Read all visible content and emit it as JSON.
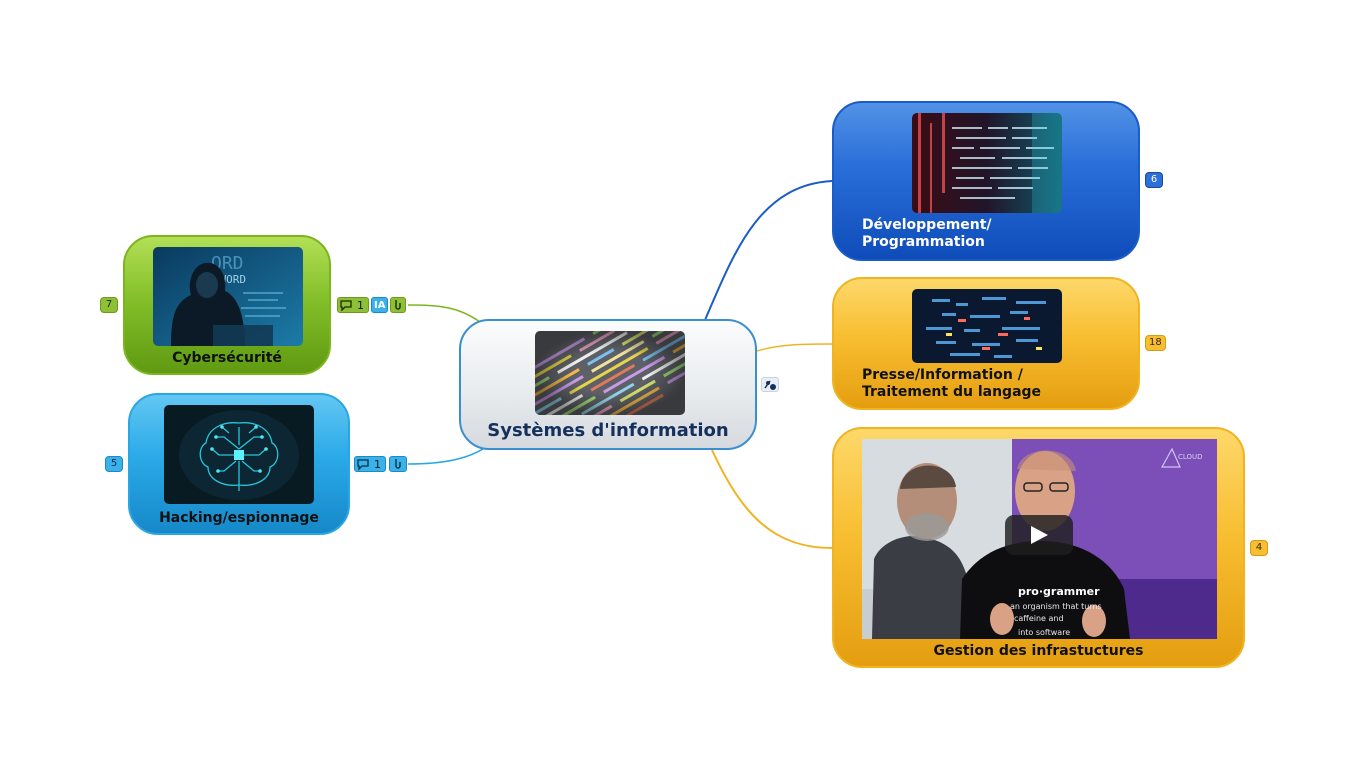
{
  "center": {
    "title": "Systèmes d'information"
  },
  "branches": {
    "cyber": {
      "title": "Cybersécurité",
      "count": "7",
      "comment_count": "1",
      "ai_tag": "IA",
      "color": "#84c02a"
    },
    "hacking": {
      "title": "Hacking/espionnage",
      "count": "5",
      "comment_count": "1",
      "color": "#2aaae8"
    },
    "dev": {
      "title_line1": "Développement/",
      "title_line2": "Programmation",
      "count": "6",
      "color": "#2a6fd9"
    },
    "presse": {
      "title_line1": "Presse/Information /",
      "title_line2": "Traitement du langage",
      "count": "18",
      "color": "#f8be31"
    },
    "infra": {
      "title": "Gestion des infrastuctures",
      "count": "4",
      "color": "#f8be31"
    }
  },
  "video": {
    "shirt_title": "pro·grammer",
    "shirt_line1": "an organism that turns",
    "shirt_line2": "caffeine and",
    "shirt_line3": "into software",
    "logo_text": "CLOUD"
  },
  "icons": {
    "thumb_password_text": "PASSWORD",
    "thumb_ord_text": "ORD",
    "relationship_icon": "relationship-icon"
  }
}
